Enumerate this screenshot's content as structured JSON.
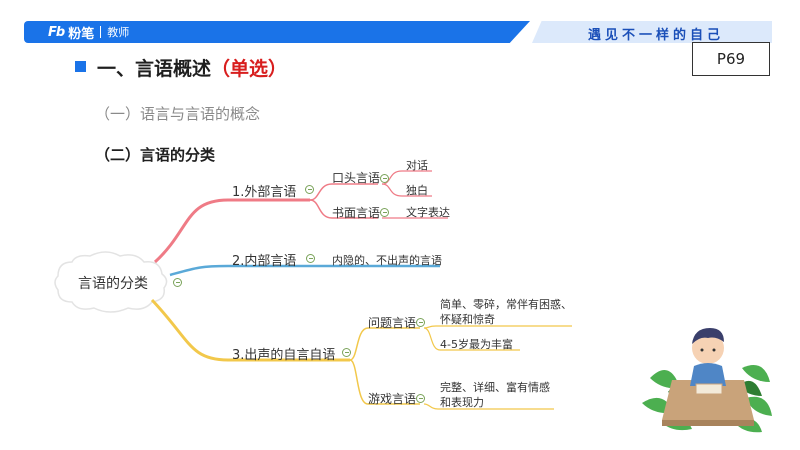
{
  "header": {
    "logo_fb": "Fb",
    "logo_name": "粉笔",
    "logo_sub": "教师",
    "slogan": "遇见不一样的自己",
    "brand_color": "#1a73e8"
  },
  "page_tag": "P69",
  "heading": {
    "prefix": "一、言语概述",
    "highlight": "（单选）"
  },
  "subheadings": {
    "first": "（一）语言与言语的概念",
    "second": "（二）言语的分类"
  },
  "mindmap": {
    "root": "言语的分类",
    "branch1": {
      "label": "1.外部言语",
      "spoken": {
        "label": "口头言语",
        "dialogue": "对话",
        "monologue": "独白"
      },
      "written": {
        "label": "书面言语",
        "leaf": "文字表达"
      }
    },
    "branch2": {
      "label": "2.内部言语",
      "leaf": "内隐的、不出声的言语"
    },
    "branch3": {
      "label": "3.出声的自言自语",
      "problem": {
        "label": "问题言语",
        "leaf1_line1": "简单、零碎，常伴有困惑、",
        "leaf1_line2": "怀疑和惊奇",
        "leaf2": "4-5岁最为丰富"
      },
      "game": {
        "label": "游戏言语",
        "leaf_line1": "完整、详细、富有情感",
        "leaf_line2": "和表现力"
      }
    },
    "colors": {
      "red": "#ef7b86",
      "blue": "#5aa9d8",
      "yellow": "#f2c84b"
    }
  }
}
